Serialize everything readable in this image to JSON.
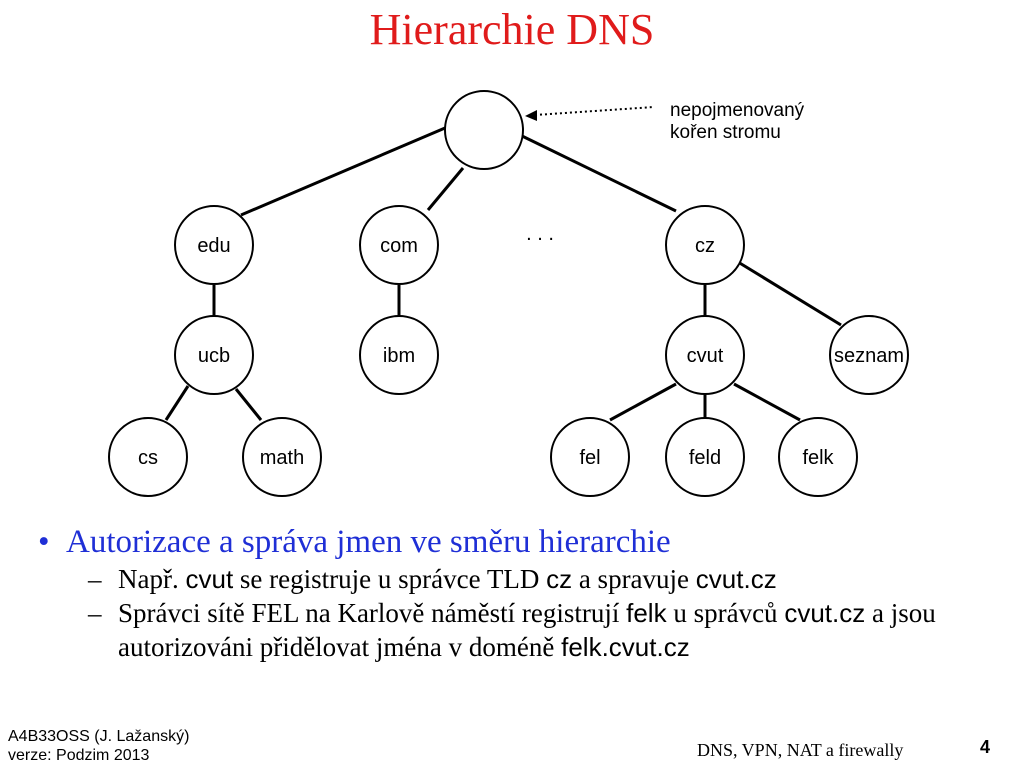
{
  "title": "Hierarchie DNS",
  "tree": {
    "root_label": "",
    "annotation": [
      "nepojmenovaný",
      "kořen stromu"
    ],
    "ellipsis": ". . .",
    "nodes": {
      "edu": "edu",
      "com": "com",
      "cz": "cz",
      "ucb": "ucb",
      "ibm": "ibm",
      "cvut": "cvut",
      "seznam": "seznam",
      "cs": "cs",
      "math": "math",
      "fel": "fel",
      "feld": "feld",
      "felk": "felk"
    }
  },
  "bullets": {
    "main": "Autorizace a správa jmen ve směru hierarchie",
    "sub1": {
      "a": "Např. ",
      "b": "cvut",
      "c": " se registruje u správce TLD ",
      "d": "cz",
      "e": " a spravuje ",
      "f": "cvut.cz"
    },
    "sub2": {
      "a": "Správci sítě FEL na Karlově náměstí registrují ",
      "b": "felk",
      "c": " u správců ",
      "d": "cvut.cz",
      "e": " a jsou autorizováni přidělovat jména v doméně ",
      "f": "felk.cvut.cz"
    }
  },
  "footer": {
    "author": "A4B33OSS (J. Lažanský)",
    "version": "verze: Podzim 2013",
    "topic": "DNS, VPN, NAT a firewally",
    "page": "4"
  },
  "colors": {
    "title": "#e01b1b",
    "bullet": "#1f2fd6"
  }
}
